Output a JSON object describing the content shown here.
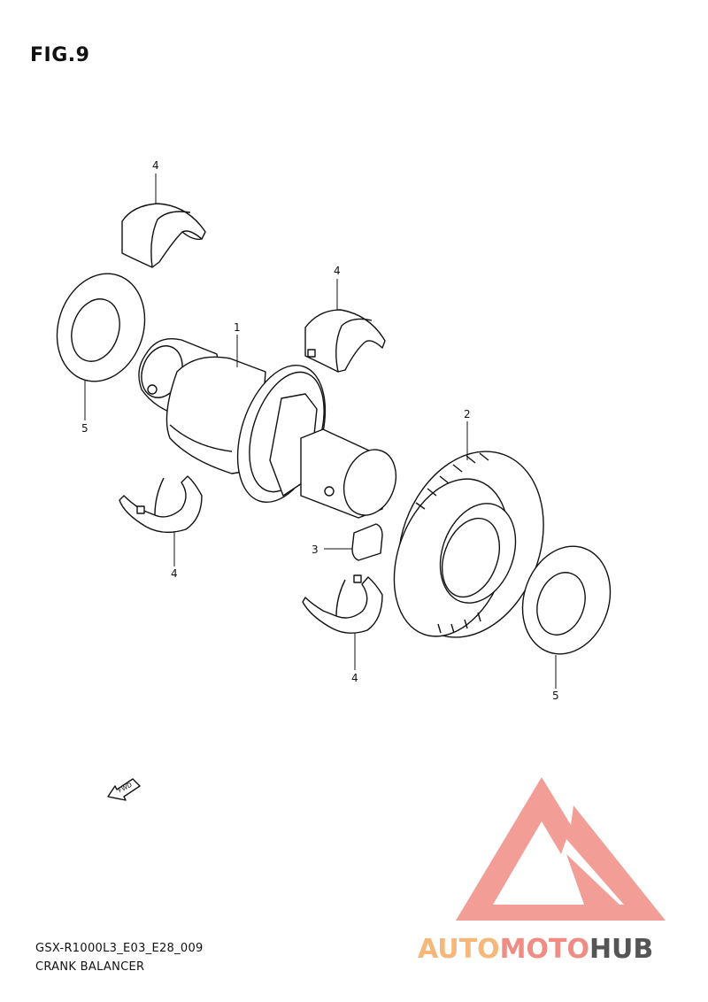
{
  "figure": {
    "title": "FIG.9"
  },
  "callouts": {
    "c1": "1",
    "c2": "2",
    "c3": "3",
    "c4": "4",
    "c5": "5"
  },
  "fwd_label": "FWD",
  "footer": {
    "code": "GSX-R1000L3_E03_E28_009",
    "name": "CRANK BALANCER"
  },
  "watermark": {
    "part1": "AUTO",
    "part2": "MOTO",
    "part3": "HUB"
  },
  "colors": {
    "line": "#111111",
    "watermark_red": "#f08c84",
    "watermark_yellow": "#f5b87a",
    "watermark_dark": "#555555"
  }
}
